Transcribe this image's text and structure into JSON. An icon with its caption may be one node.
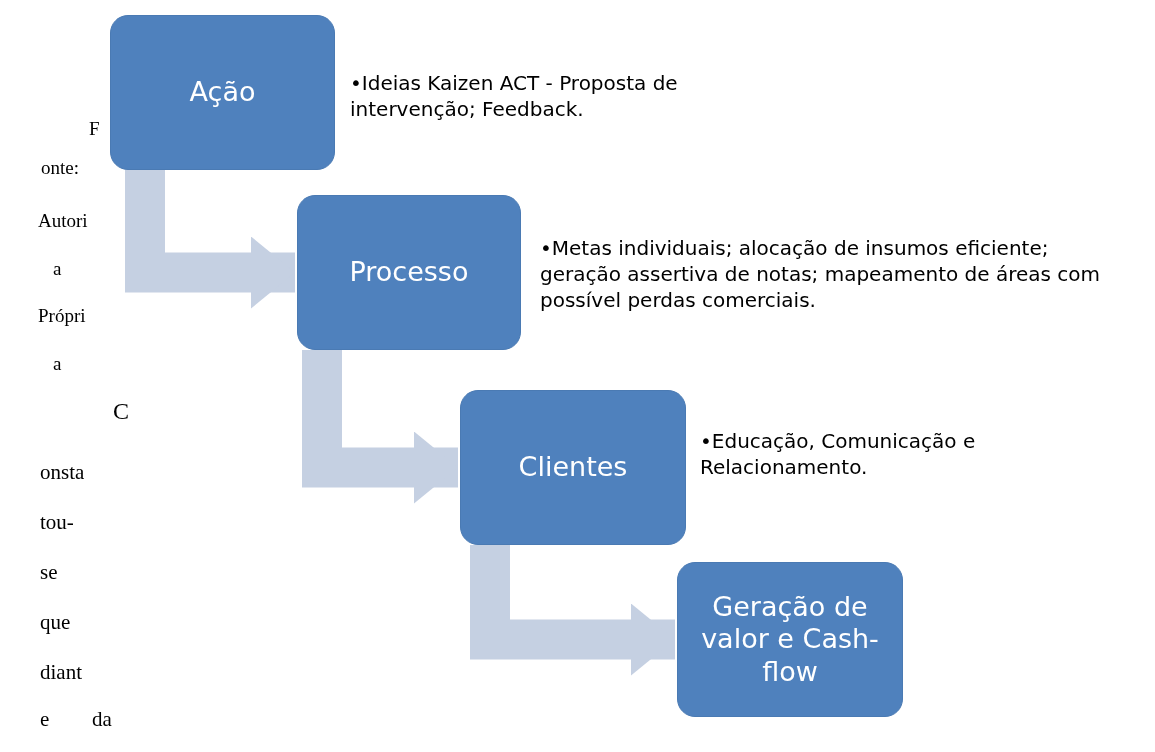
{
  "diagram": {
    "nodes": [
      {
        "text": [
          "Ação"
        ],
        "beside": [
          "•Ideias Kaizen ACT - Proposta de intervenção; Feedback."
        ]
      },
      {
        "text": [
          "Processo"
        ],
        "beside": [
          "•Metas individuais; alocação de insumos eficiente; geração assertiva de notas; mapeamento de áreas com possível perdas comerciais."
        ]
      },
      {
        "text": [
          "Clientes"
        ],
        "beside": [
          "•Educação, Comunicação e Relacionamento."
        ]
      },
      {
        "text": [
          "Geração de valor e Cash-flow"
        ]
      }
    ],
    "edges": [
      {
        "from": 0,
        "to": 1,
        "arrow": "to"
      },
      {
        "from": 1,
        "to": 2,
        "arrow": "to"
      },
      {
        "from": 2,
        "to": 3,
        "arrow": "to"
      }
    ],
    "labels": [
      "F",
      "onte:",
      "Autori",
      "a",
      "Própri",
      "a",
      "C",
      "onsta",
      "tou-",
      "se",
      "que",
      "diant",
      "e",
      "da"
    ]
  }
}
